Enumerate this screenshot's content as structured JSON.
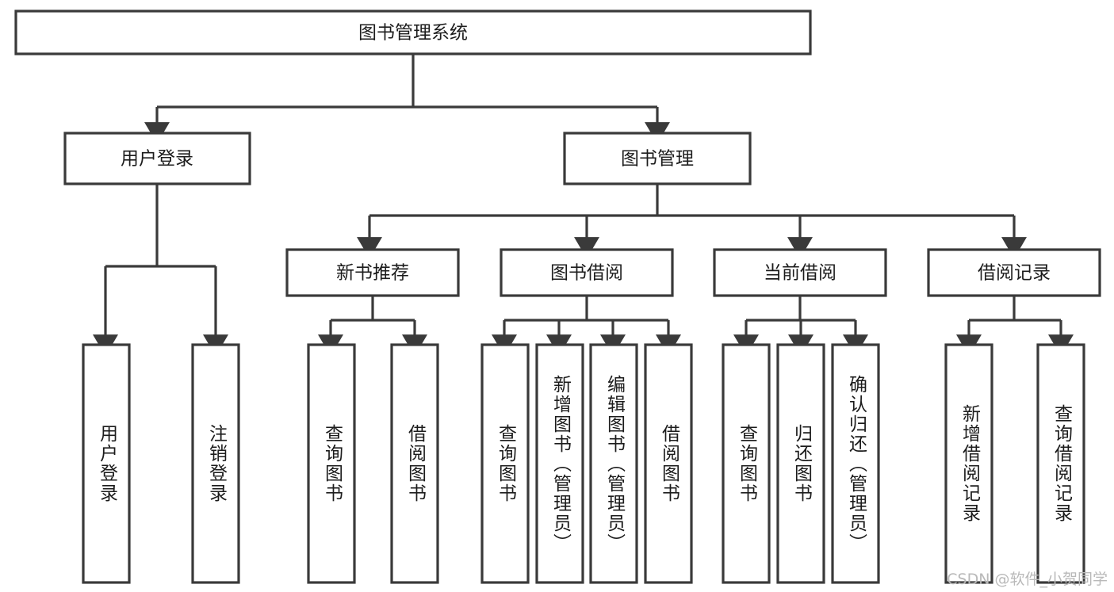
{
  "diagram": {
    "title": "图书管理系统",
    "type": "tree-hierarchy-chart",
    "root": {
      "label": "图书管理系统"
    },
    "level2": [
      {
        "label": "用户登录"
      },
      {
        "label": "图书管理"
      }
    ],
    "level3": [
      {
        "label": "新书推荐"
      },
      {
        "label": "图书借阅"
      },
      {
        "label": "当前借阅"
      },
      {
        "label": "借阅记录"
      }
    ],
    "leaves": {
      "user_login": [
        {
          "label": "用户登录"
        },
        {
          "label": "注销登录"
        }
      ],
      "new_book_recommend": [
        {
          "label": "查询图书"
        },
        {
          "label": "借阅图书"
        }
      ],
      "book_borrow": [
        {
          "label": "查询图书"
        },
        {
          "label": "新增图书（管理员）"
        },
        {
          "label": "编辑图书（管理员）"
        },
        {
          "label": "借阅图书"
        }
      ],
      "current_borrow": [
        {
          "label": "查询图书"
        },
        {
          "label": "归还图书"
        },
        {
          "label": "确认归还（管理员）"
        }
      ],
      "borrow_record": [
        {
          "label": "新增借阅记录"
        },
        {
          "label": "查询借阅记录"
        }
      ]
    }
  },
  "watermark": {
    "text": "CSDN @软件_小贺同学"
  },
  "colors": {
    "stroke": "#3a3a3a",
    "box_fill": "#ffffff",
    "text": "#1c1c1c",
    "watermark": "#b9b9b9",
    "background": "#ffffff"
  }
}
